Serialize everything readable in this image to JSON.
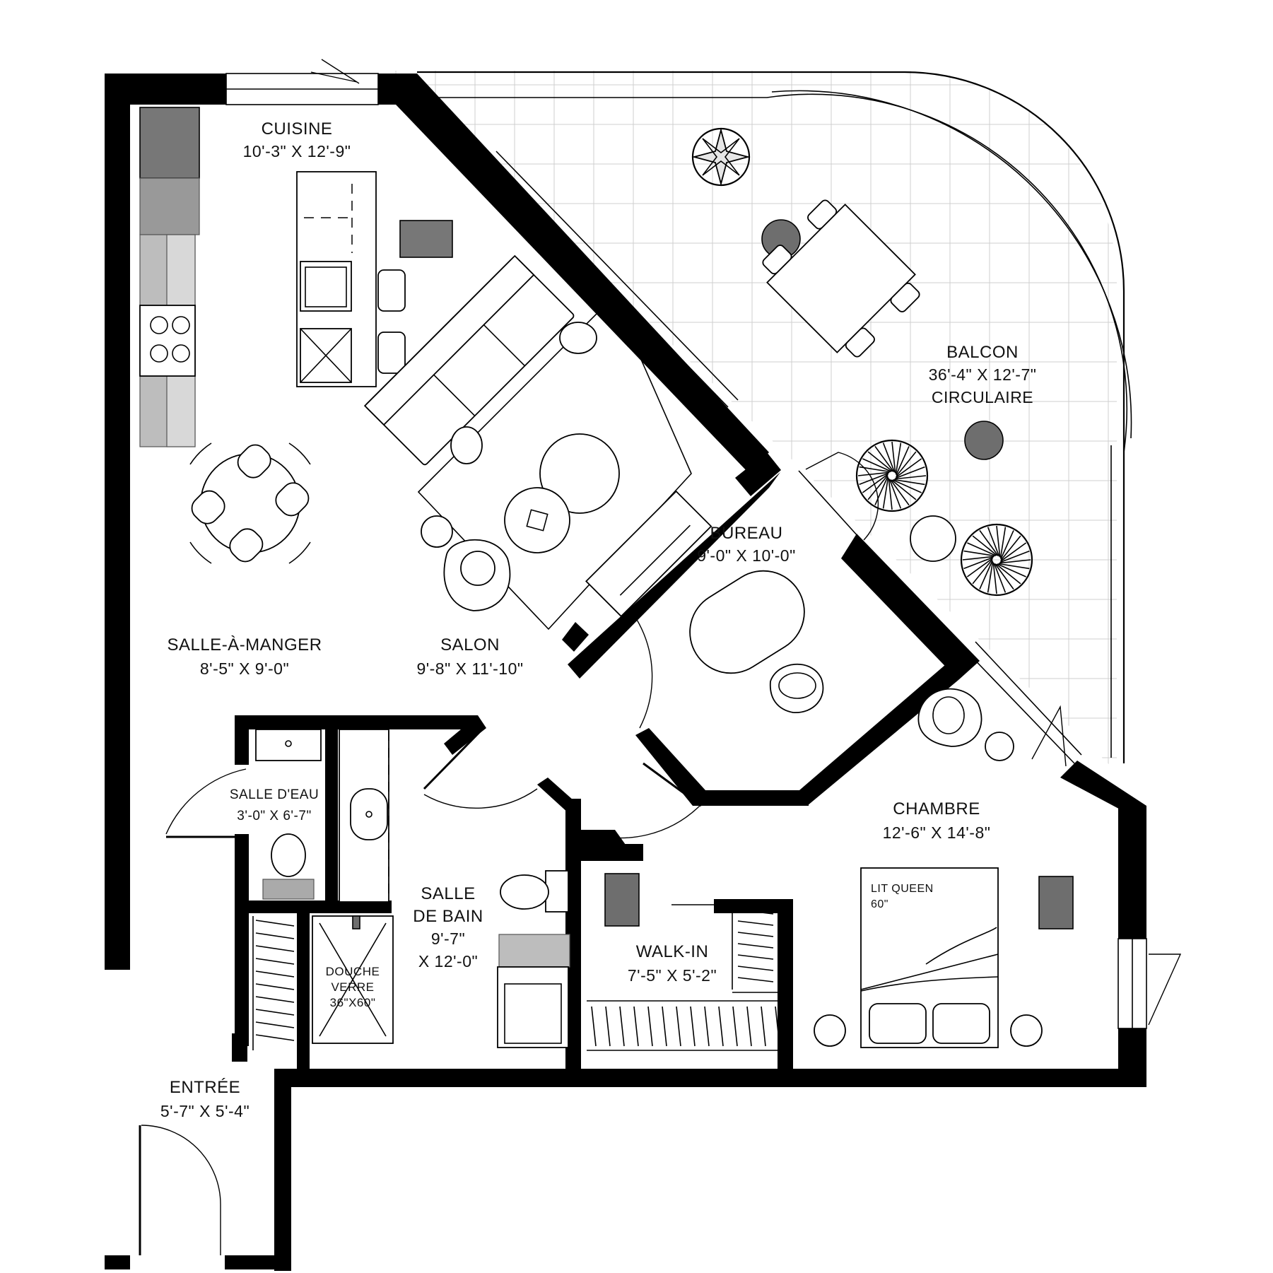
{
  "plan": {
    "rooms": [
      {
        "id": "cuisine",
        "name": "CUISINE",
        "dims": [
          "10'-3\" X 12'-9\""
        ]
      },
      {
        "id": "balcon",
        "name": "BALCON",
        "dims": [
          "36'-4\" X 12'-7\"",
          "CIRCULAIRE"
        ]
      },
      {
        "id": "salle-a-manger",
        "name": "SALLE-À-MANGER",
        "dims": [
          "8'-5\" X 9'-0\""
        ]
      },
      {
        "id": "salon",
        "name": "SALON",
        "dims": [
          "9'-8\" X 11'-10\""
        ]
      },
      {
        "id": "bureau",
        "name": "BUREAU",
        "dims": [
          "9'-0\" X 10'-0\""
        ]
      },
      {
        "id": "salle-d-eau",
        "name": "SALLE D'EAU",
        "dims": [
          "3'-0\" X 6'-7\""
        ]
      },
      {
        "id": "salle-de-bain",
        "name": "SALLE",
        "dims": [
          "DE BAIN",
          "9'-7\"",
          "X 12'-0\""
        ]
      },
      {
        "id": "douche",
        "name": "DOUCHE",
        "dims": [
          "VERRE",
          "36\"X60\""
        ]
      },
      {
        "id": "walk-in",
        "name": "WALK-IN",
        "dims": [
          "7'-5\" X 5'-2\""
        ]
      },
      {
        "id": "chambre",
        "name": "CHAMBRE",
        "dims": [
          "12'-6\" X 14'-8\""
        ]
      },
      {
        "id": "entree",
        "name": "ENTRÉE",
        "dims": [
          "5'-7\" X 5'-4\""
        ]
      }
    ],
    "bed": {
      "label": "LIT QUEEN",
      "size": "60\""
    },
    "colors": {
      "wall": "#000000",
      "tile_grid": "#cfcfcf",
      "appliance_grey": "#6e6e6e",
      "counter_grey": "#bdbdbd"
    }
  }
}
